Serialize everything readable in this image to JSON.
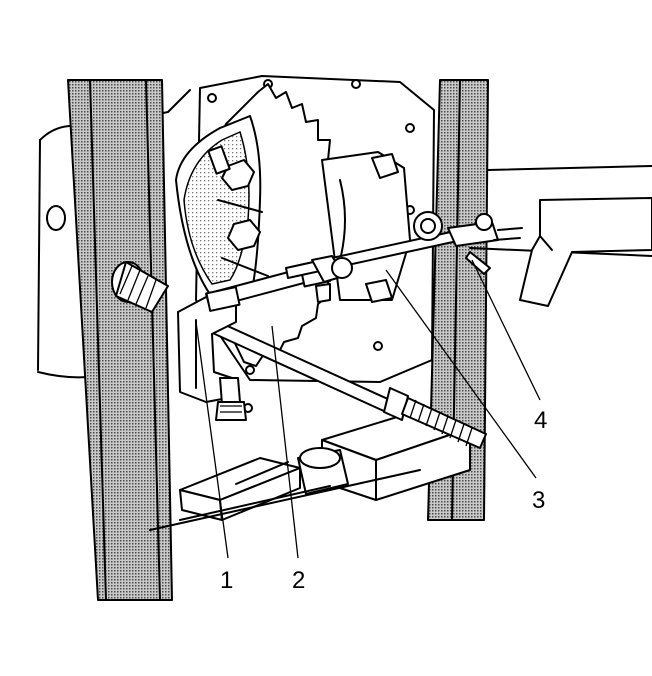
{
  "callouts": [
    {
      "id": "1",
      "label": "1"
    },
    {
      "id": "2",
      "label": "2"
    },
    {
      "id": "3",
      "label": "3"
    },
    {
      "id": "4",
      "label": "4"
    }
  ],
  "colors": {
    "line": "#000000",
    "background": "#ffffff",
    "shading": "#8a8a8a"
  }
}
